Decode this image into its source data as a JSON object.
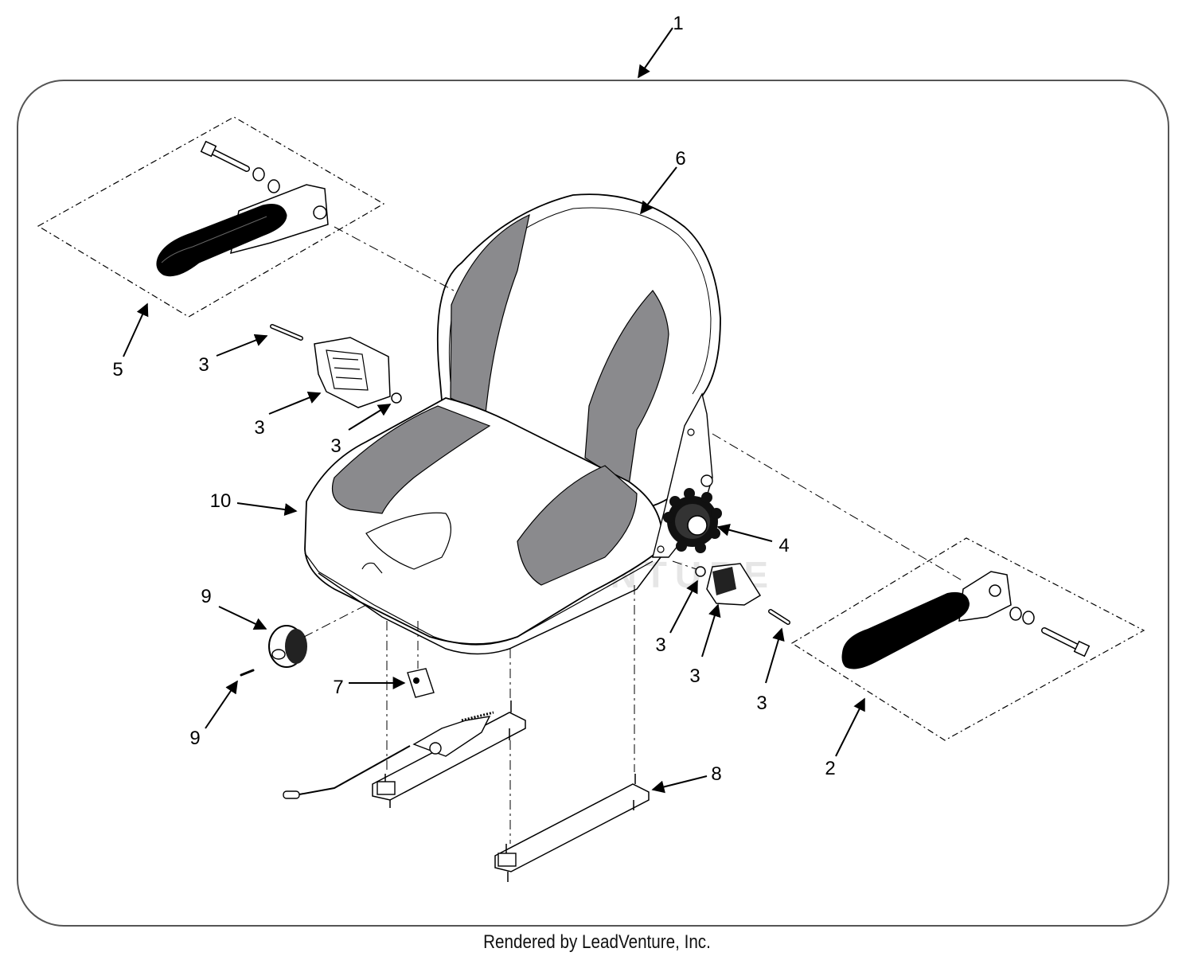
{
  "footer": {
    "credit": "Rendered by LeadVenture, Inc."
  },
  "watermark": {
    "text": "LEADVENTURE"
  },
  "callouts": {
    "assembly": "1",
    "right_armrest": "2",
    "hardware_bolt_upper": "3",
    "hardware_switch": "3",
    "hardware_nut_upper": "3",
    "hardware_nut_lower": "3",
    "hardware_buckle": "3",
    "hardware_bolt_lower": "3",
    "lumbar_knob": "4",
    "left_armrest": "5",
    "seat_back": "6",
    "seat_switch": "7",
    "slide_rail": "8",
    "adjust_knob": "9",
    "knob_screw": "9",
    "seat_cushion": "10"
  },
  "colors": {
    "line": "#000000",
    "cushion_insert": "#8a8a8d",
    "armrest_pad": "#000000",
    "watermark": "#e6e6e6"
  }
}
